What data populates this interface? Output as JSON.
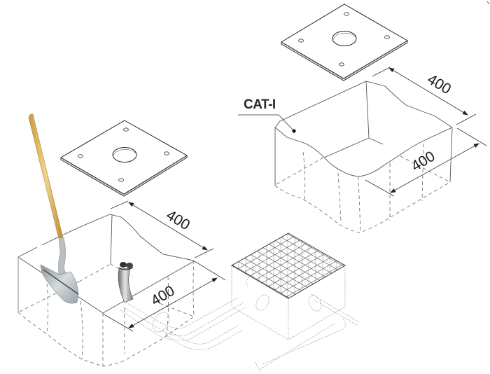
{
  "diagram": {
    "label_cat": "CAT-I",
    "dimensions": {
      "upper_right_length": "400",
      "upper_right_width": "400",
      "lower_left_length": "400",
      "lower_left_width": "400"
    },
    "colors": {
      "line": "#555555",
      "handle": "#d9b45a",
      "blade": "#a9b2b8",
      "background": "#ffffff"
    }
  }
}
